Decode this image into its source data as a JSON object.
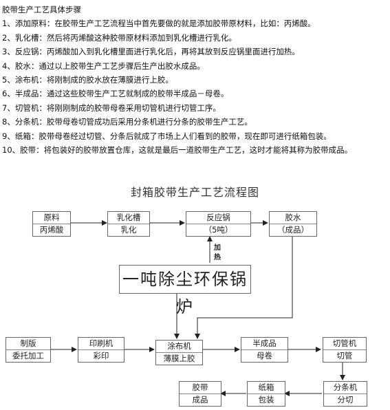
{
  "heading": "胶带生产工艺具体步骤",
  "steps": [
    "1、添加原料：在胶带生产工艺流程当中首先要做的就是添加胶带原材料，比如：丙烯酸。",
    "2、乳化槽：然后将丙烯酸这种胶带原材料添加到乳化槽进行乳化。",
    "3、反应锅：丙烯酸加入到乳化槽里面进行乳化后，再将其放到反应锅里面进行加热。",
    "4、胶水：通过以上胶带生产工艺步骤后生产出胶水成品。",
    "5、涂布机：将刚制成的胶水放在薄膜进行上胶。",
    "6、半成品：通过这些胶带生产工艺就制成的胶带半成品－母卷。",
    "7、切管机：将刚刚制成的胶带母卷采用切管机进行切管工序。",
    "8、分条机：胶带母卷切管成功后采用分条机进行分条的胶带生产工艺。",
    "9、纸箱：胶带母卷经过切管、分条后就成了市场上人们看到的胶带，现在即可进行纸箱包装。",
    "10、胶带：将包装好的胶带放置仓库，这就是最后一道胶带生产工艺，这时才能将其称为胶带成品。"
  ],
  "flowchart": {
    "title": "封箱胶带生产工艺流程图",
    "raw": {
      "top": "原料",
      "bottom": "丙烯酸"
    },
    "emulsion": {
      "top": "乳化槽",
      "bottom": "乳化"
    },
    "reactor": {
      "top": "反应锅",
      "bottom": "（5吨）"
    },
    "glue": {
      "top": "胶水",
      "bottom": "（成品）"
    },
    "heater": "一吨除尘环保锅炉",
    "heat_label": "加热",
    "platemaking": {
      "top": "制版",
      "bottom": "委托加工"
    },
    "printer": {
      "top": "印刷机",
      "bottom": "彩印"
    },
    "coater": {
      "top": "涂布机",
      "bottom": "薄膜上胶"
    },
    "semi": {
      "top": "半成品",
      "bottom": "母卷"
    },
    "cutter": {
      "top": "切管机",
      "bottom": "切管"
    },
    "slitter": {
      "top": "分条机",
      "bottom": "分切"
    },
    "carton": {
      "top": "纸箱",
      "bottom": "包装"
    },
    "tape": {
      "top": "胶带",
      "bottom": "成品"
    }
  }
}
